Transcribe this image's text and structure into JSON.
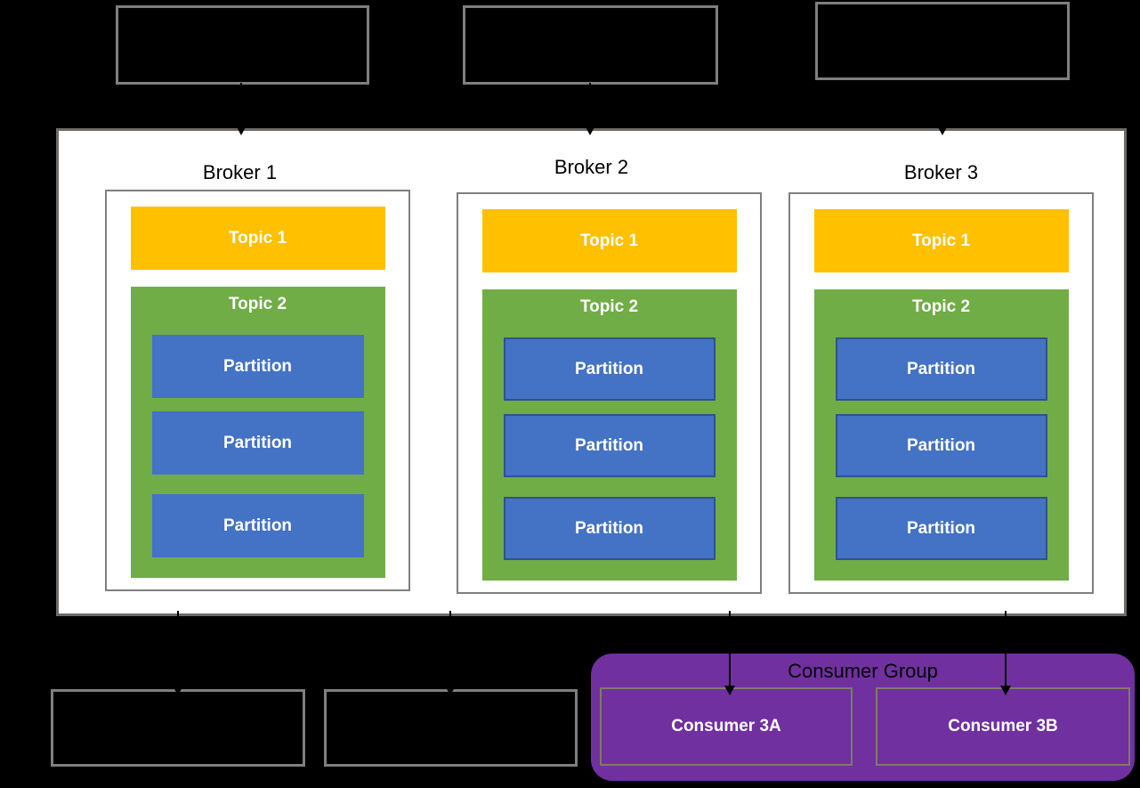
{
  "colors": {
    "background": "#000000",
    "cluster_fill": "#FFFFFF",
    "cluster_border": "#6E6A67",
    "box_border_gray": "#7F7F7F",
    "topic1_fill": "#FFC000",
    "topic2_fill": "#70AD47",
    "partition_fill": "#4472C4",
    "partition_border": "#2F528F",
    "consumer_group_fill": "#7030A0",
    "consumer_box_border": "#7E7B68",
    "arrow_color": "#000000",
    "text_dark": "#000000",
    "text_light": "#FFFFFF"
  },
  "brokers": [
    {
      "label": "Broker 1",
      "topic1_label": "Topic 1",
      "topic2_label": "Topic 2",
      "partitions": [
        "Partition",
        "Partition",
        "Partition"
      ]
    },
    {
      "label": "Broker 2",
      "topic1_label": "Topic 1",
      "topic2_label": "Topic 2",
      "partitions": [
        "Partition",
        "Partition",
        "Partition"
      ]
    },
    {
      "label": "Broker 3",
      "topic1_label": "Topic 1",
      "topic2_label": "Topic 2",
      "partitions": [
        "Partition",
        "Partition",
        "Partition"
      ]
    }
  ],
  "consumer_group": {
    "label": "Consumer Group",
    "consumers": [
      {
        "label": "Consumer 3A"
      },
      {
        "label": "Consumer 3B"
      }
    ]
  }
}
